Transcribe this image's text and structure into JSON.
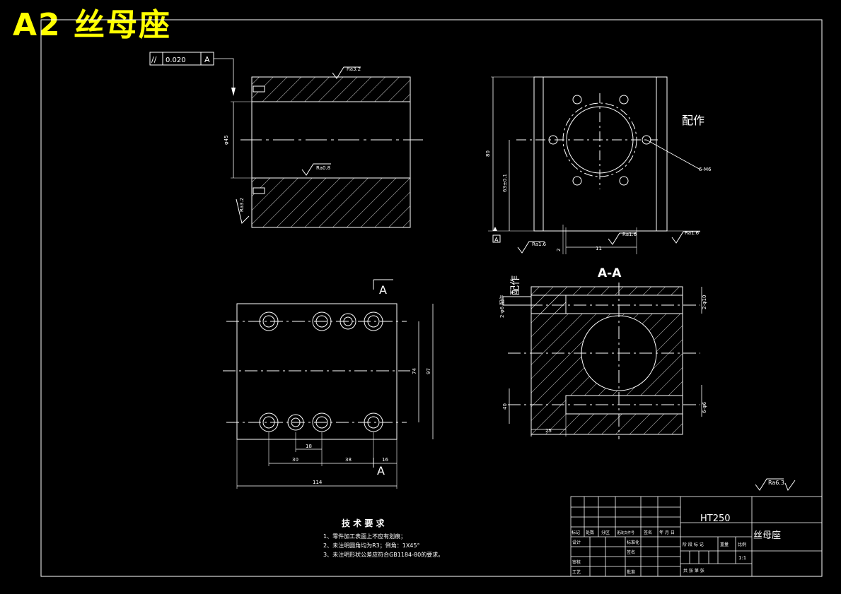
{
  "drawing_title": "A2  丝母座",
  "tolerance": {
    "symbol": "//",
    "value": "0.020",
    "datum": "A"
  },
  "roughness": {
    "r1": "Ra3.2",
    "r2": "Ra0.8",
    "r3": "Ra3.2",
    "r4": "Ra1.6",
    "r5": "Ra1.6",
    "r6": "Ra1.6",
    "general": "Ra6.3"
  },
  "dims": {
    "bore": "φ45",
    "height": "80",
    "center_height": "63±0.1",
    "holes": "6-M6",
    "bottom_gap": "2",
    "bottom_width": "11",
    "w_74": "74",
    "w_97": "97",
    "w_18": "18",
    "w_30": "30",
    "w_38a": "38",
    "w_16": "16",
    "w_114": "114",
    "sec_top": "2-φ10",
    "sec_25": "25",
    "sec_40": "40",
    "sec_r": "6-φ6",
    "sec_left": "2-φ6 配作"
  },
  "labels": {
    "peizuo": "配作",
    "peizuo2": "配作",
    "datum_a": "A",
    "view_a_top": "A",
    "view_a_bottom": "A",
    "section": "A-A"
  },
  "notes": {
    "heading": "技 术 要 求",
    "items": [
      "1、零件加工表面上不应有划痕；",
      "2、未注明圆角均为R3；倒角：1X45°",
      "3、未注明形状公差应符合GB1184-80的要求。"
    ]
  },
  "title_block": {
    "material": "HT250",
    "part_name": "丝母座",
    "row_labels": [
      "标记",
      "处数",
      "分区",
      "更改文件号",
      "签名",
      "年 月 日"
    ],
    "design": "设计",
    "standard": "标准化",
    "check": "审核",
    "process": "工艺",
    "approve": "批准",
    "sign": "签名",
    "stage": "阶 段 标 记",
    "weight": "重量",
    "scale": "比例",
    "scale_val": "1:1",
    "sheets": "共  张  第  张"
  }
}
